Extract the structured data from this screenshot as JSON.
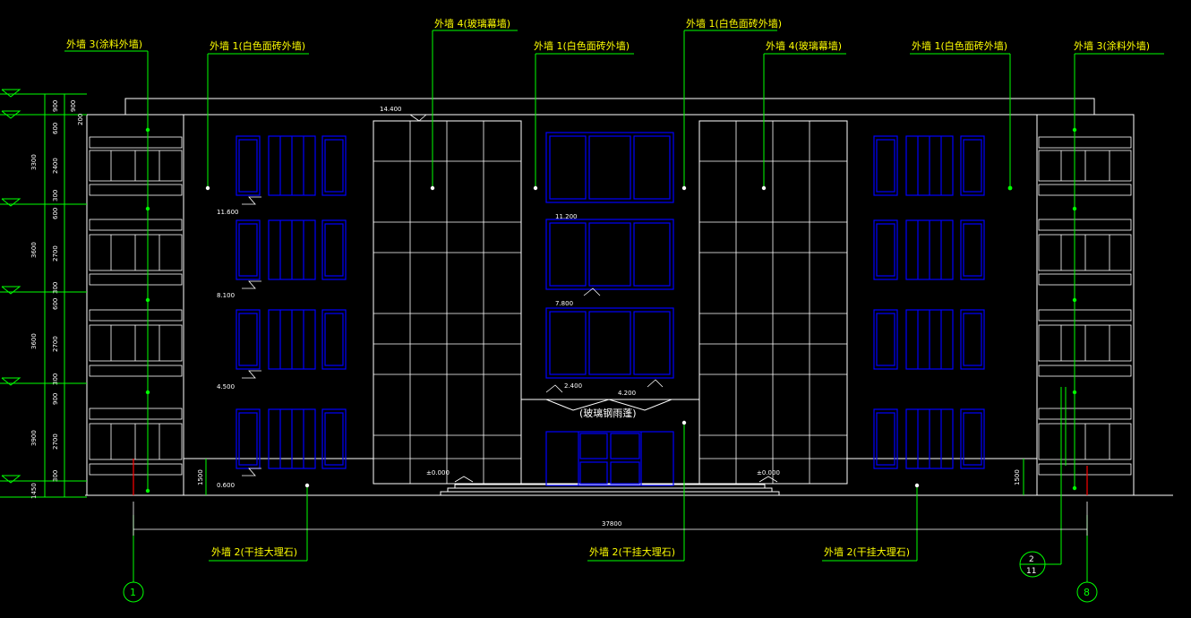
{
  "labels": {
    "top": [
      "外墙 3(涂料外墙)",
      "外墙 1(白色面砖外墙)",
      "外墙 4(玻璃幕墙)",
      "外墙 1(白色面砖外墙)",
      "外墙 1(白色面砖外墙)",
      "外墙 4(玻璃幕墙)",
      "外墙 1(白色面砖外墙)",
      "外墙 3(涂料外墙)"
    ],
    "bottom": [
      "外墙 2(干挂大理石)",
      "外墙 2(干挂大理石)",
      "外墙 2(干挂大理石)"
    ],
    "canopy": "(玻璃钢雨蓬)"
  },
  "elevations": {
    "roof": "14.400",
    "l3": "11.600",
    "c3": "11.200",
    "l2": "8.100",
    "c2": "7.800",
    "l1": "4.500",
    "canopy_a": "2.400",
    "canopy_b": "4.200",
    "l0": "0.600",
    "c0a": "±0.000",
    "c0b": "±0.000"
  },
  "dims": {
    "outer": [
      "3300",
      "3600",
      "3600",
      "3900",
      "1450"
    ],
    "inner": [
      "900",
      "600",
      "2400",
      "300",
      "600",
      "2700",
      "300",
      "600",
      "2700",
      "300",
      "900",
      "2700",
      "300"
    ],
    "inner2": [
      "900",
      "200"
    ],
    "plinth_left": "1500",
    "plinth_right": "1500",
    "total": "37800"
  },
  "axes": {
    "left": "1",
    "right": "8",
    "detail_top": "2",
    "detail_bottom": "11"
  },
  "colors": {
    "outline": "#ffffff",
    "windows": "#0000ff",
    "leaders": "#00ff00",
    "text": "#ffff00",
    "accent": "#ff0000"
  }
}
